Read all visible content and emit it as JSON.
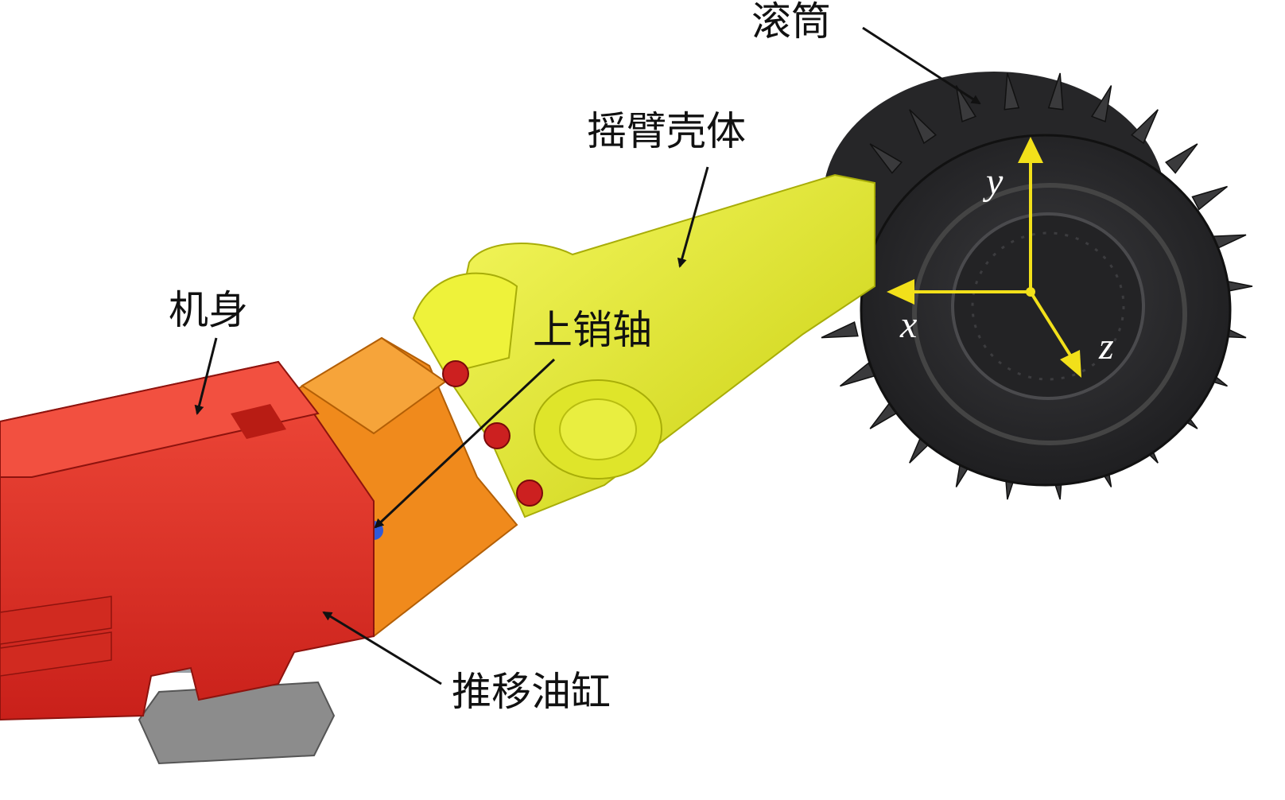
{
  "labels": {
    "drum": "滚筒",
    "arm_housing": "摇臂壳体",
    "machine_body": "机身",
    "upper_pin": "上销轴",
    "push_cylinder": "推移油缸"
  },
  "axes": {
    "x": "x",
    "y": "y",
    "z": "z"
  },
  "colors": {
    "body": "#e8322a",
    "bracket": "#f08a1c",
    "arm": "#e6ec1a",
    "drum": "#2d2d2f",
    "cylinder": "#2f8ad8",
    "shoe": "#8c8c8c",
    "axis": "#f2e01a",
    "arrow": "#111111"
  }
}
